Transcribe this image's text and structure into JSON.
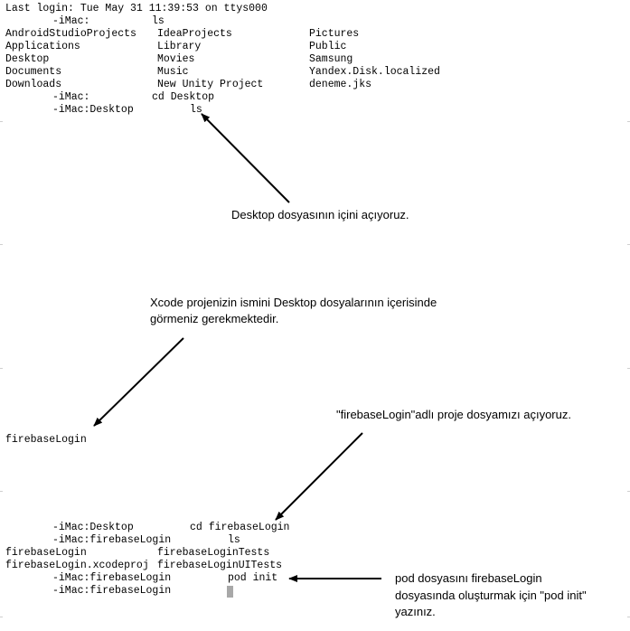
{
  "terminal": {
    "last_login": "Last login: Tue May 31 11:39:53 on ttys000",
    "prompt1": "-iMac:",
    "cmd1": "ls",
    "listing": {
      "col1": [
        "AndroidStudioProjects",
        "Applications",
        "Desktop",
        "Documents",
        "Downloads"
      ],
      "col2": [
        "IdeaProjects",
        "Library",
        "Movies",
        "Music",
        "New Unity Project"
      ],
      "col3": [
        "Pictures",
        "Public",
        "Samsung",
        "Yandex.Disk.localized",
        "deneme.jks"
      ]
    },
    "prompt2": "-iMac:",
    "cmd2": "cd Desktop",
    "prompt3": "-iMac:Desktop",
    "cmd3": "ls",
    "desktop_item": "firebaseLogin",
    "prompt4": "-iMac:Desktop",
    "cmd4": "cd firebaseLogin",
    "prompt5": "-iMac:firebaseLogin",
    "cmd5": "ls",
    "project_listing": {
      "row1_col1": "firebaseLogin",
      "row1_col2": "firebaseLoginTests",
      "row2_col1": "firebaseLogin.xcodeproj",
      "row2_col2": "firebaseLoginUITests"
    },
    "prompt6": "-iMac:firebaseLogin",
    "cmd6": "pod init",
    "prompt7": "-iMac:firebaseLogin"
  },
  "annotations": {
    "desktop_open": "Desktop dosyasının içini açıyoruz.",
    "xcode_line1": "Xcode projenizin ismini Desktop dosyalarının içerisinde",
    "xcode_line2": "görmeniz gerekmektedir.",
    "firebase_open": "\"firebaseLogin\"adlı proje dosyamızı açıyoruz.",
    "pod_line1": "pod dosyasını firebaseLogin",
    "pod_line2": "dosyasında oluşturmak için \"pod init\"",
    "pod_line3": "yazınız."
  }
}
